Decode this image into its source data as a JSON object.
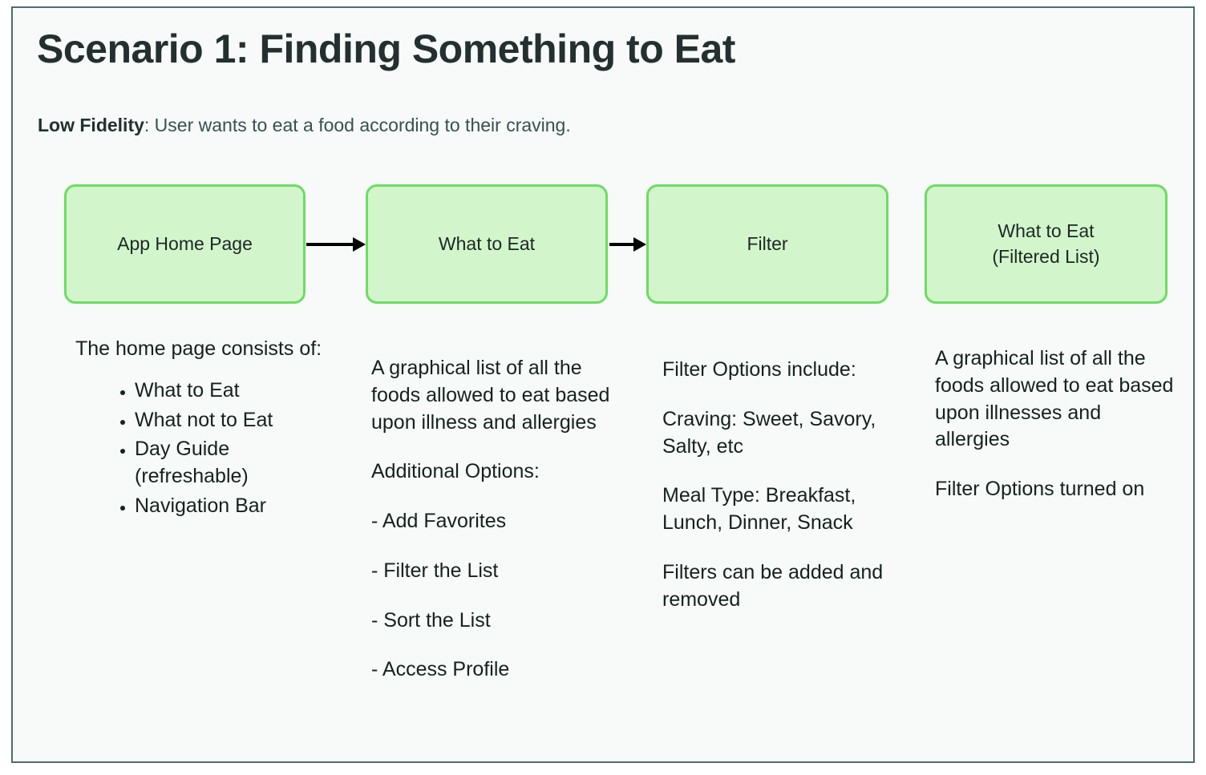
{
  "header": {
    "title": "Scenario 1: Finding Something to Eat",
    "fidelity_label": "Low Fidelity",
    "fidelity_separator": ": ",
    "fidelity_description": "User wants to eat a food according to their craving."
  },
  "flow": {
    "boxes": [
      {
        "label": "App Home Page"
      },
      {
        "label": "What to Eat"
      },
      {
        "label": "Filter"
      },
      {
        "label": "What to Eat\n(Filtered List)"
      }
    ],
    "arrows": [
      {
        "name": "arrow-home-to-whattoeat"
      },
      {
        "name": "arrow-whattoeat-to-filter"
      }
    ]
  },
  "columns": [
    {
      "intro": "The home page consists of:",
      "bullets": [
        "What to Eat",
        "What not to Eat",
        "Day Guide (refreshable)",
        "Navigation Bar"
      ]
    },
    {
      "intro": "A graphical list of all the foods allowed to eat based upon illness and allergies",
      "options_heading": "Additional Options:",
      "options": [
        "- Add Favorites",
        "- Filter the List",
        "- Sort the List",
        "- Access Profile"
      ]
    },
    {
      "intro": "Filter Options include:",
      "craving": "Craving: Sweet, Savory, Salty, etc",
      "meal_type": "Meal Type: Breakfast, Lunch, Dinner, Snack",
      "note": "Filters can be added and removed"
    },
    {
      "intro": "A graphical list of all the foods allowed to eat based upon illnesses and allergies",
      "note": "Filter Options turned on"
    }
  ],
  "colors": {
    "box_fill": "#d3f5cb",
    "box_border": "#6ddc64",
    "page_background": "#f7faf8",
    "frame_border": "#4e6b6d",
    "text": "#16211f",
    "title_text": "#23302f",
    "arrow": "#000000"
  }
}
